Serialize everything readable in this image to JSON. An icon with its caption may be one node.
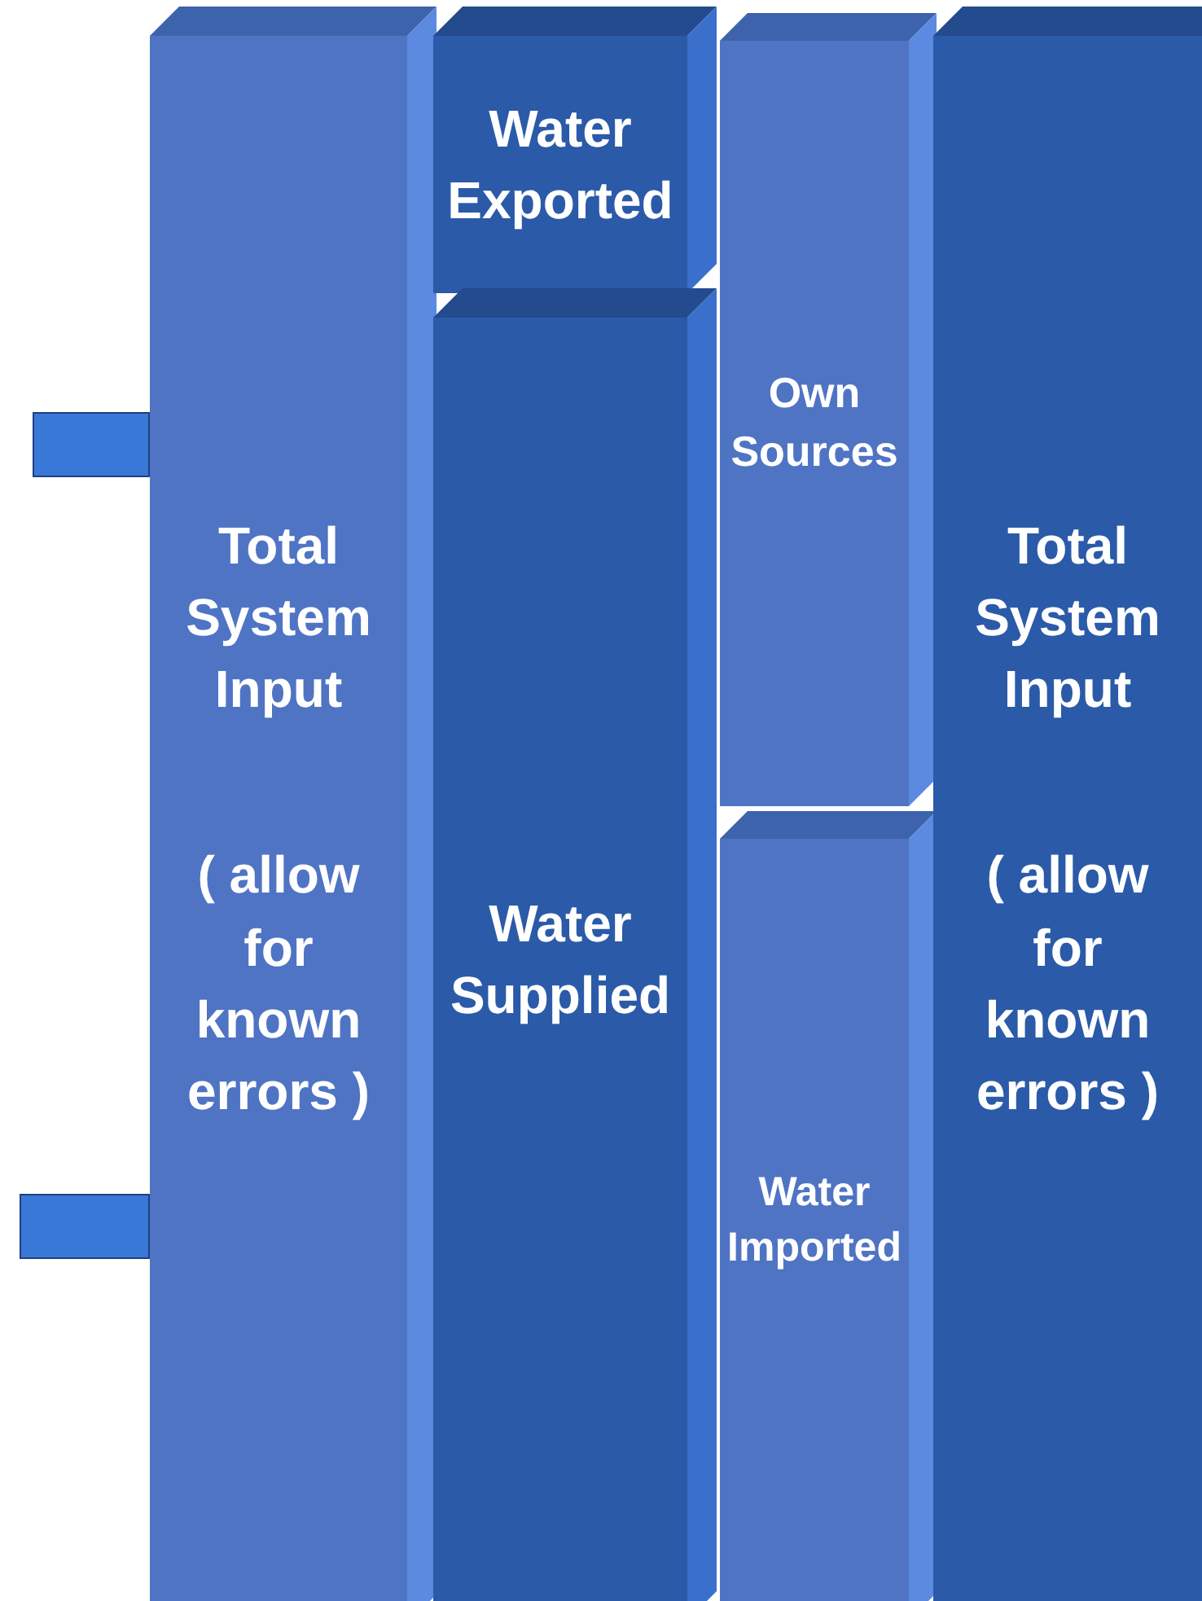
{
  "diagram": {
    "nodes": [
      {
        "text": [],
        "shape": "box"
      },
      {
        "text": [],
        "shape": "box"
      },
      {
        "text": [
          "Total System Input",
          "( allow for known errors )"
        ]
      },
      {
        "text": [
          "Water Exported"
        ]
      },
      {
        "text": [
          "Water Supplied"
        ]
      },
      {
        "text": [
          "Own Sources"
        ]
      },
      {
        "text": [
          "Water Imported"
        ]
      },
      {
        "text": [
          "Total System Input",
          "( allow for known errors )"
        ]
      }
    ]
  }
}
